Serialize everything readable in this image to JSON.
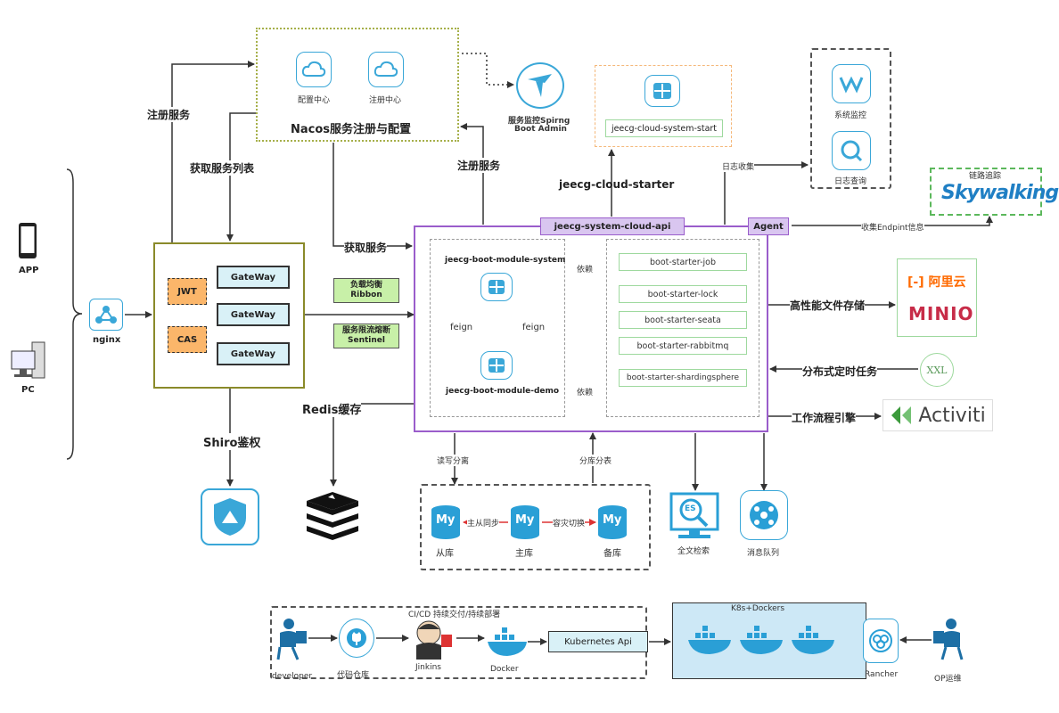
{
  "clients": {
    "app": "APP",
    "pc": "PC",
    "nginx": "nginx"
  },
  "nacos": {
    "title": "Nacos服务注册与配置",
    "config": "配置中心",
    "registry": "注册中心"
  },
  "monitor": {
    "label_line1": "服务监控Spirng",
    "label_line2": "Boot Admin"
  },
  "system_start": {
    "label": "jeecg-cloud-system-start"
  },
  "starter_label": "jeecg-cloud-starter",
  "log": {
    "monitor": "系统监控",
    "query": "日志查询",
    "collect": "日志收集"
  },
  "skywalking": {
    "title": "链路追踪",
    "logo": "Skywalking"
  },
  "edges": {
    "register_left": "注册服务",
    "get_list": "获取服务列表",
    "register_right": "注册服务",
    "get_service": "获取服务",
    "collect_endpoint": "收集Endpint信息",
    "read_write": "读写分离",
    "shard": "分库分表",
    "depend_top": "依赖",
    "depend_bottom": "依赖"
  },
  "gateway": {
    "items": [
      "GateWay",
      "GateWay",
      "GateWay"
    ],
    "jwt": "JWT",
    "cas": "CAS"
  },
  "ribbon": {
    "line1": "负载均衡",
    "line2": "Ribbon"
  },
  "sentinel": {
    "line1": "服务限流熔断",
    "line2": "Sentinel"
  },
  "api": {
    "tab": "jeecg-system-cloud-api",
    "agent": "Agent",
    "module_system": "jeecg-boot-module-system",
    "module_demo": "jeecg-boot-module-demo",
    "feign_left": "feign",
    "feign_right": "feign"
  },
  "starters": [
    "boot-starter-job",
    "boot-starter-lock",
    "boot-starter-seata",
    "boot-starter-rabbitmq",
    "boot-starter-shardingsphere"
  ],
  "right": {
    "file_storage": "高性能文件存储",
    "aliyun": "阿里云",
    "minio": "MINIO",
    "scheduler": "分布式定时任务",
    "xxl": "XXL",
    "workflow": "工作流程引擎",
    "activiti": "Activiti"
  },
  "shiro": "Shiro鉴权",
  "redis": "Redis缓存",
  "db": {
    "slave": "从库",
    "master": "主库",
    "backup": "备库",
    "sync": "主从同步",
    "failover": "容灾切换",
    "my": "My"
  },
  "es": {
    "label": "全文检索",
    "icon": "ES"
  },
  "mq": {
    "label": "消息队列"
  },
  "cicd": {
    "title": "CI/CD  持续交付/持续部署",
    "developer": "developer",
    "repo": "代码仓库",
    "jenkins": "Jinkins",
    "docker": "Docker",
    "k8s_api": "Kubernetes Api"
  },
  "k8s": {
    "title": "K8s+Dockers",
    "rancher": "Rancher",
    "op": "OP运维"
  },
  "colors": {
    "blue": "#3aa7d8",
    "purple": "#9a5dcb",
    "green": "#9ed99e",
    "orange": "#fbb66a"
  }
}
